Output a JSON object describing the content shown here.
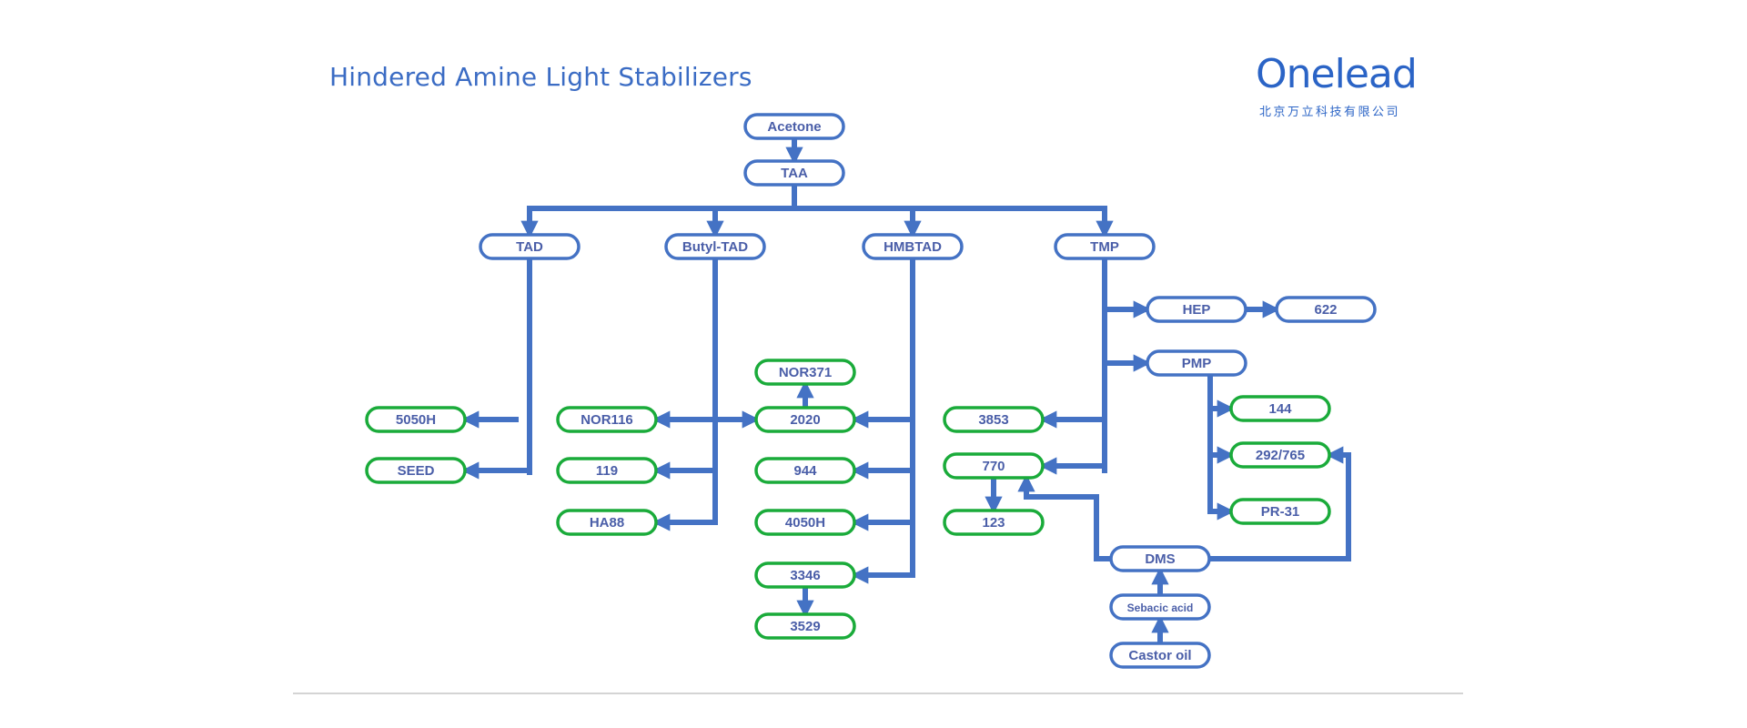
{
  "title": "Hindered Amine Light Stabilizers",
  "logo": {
    "name": "Onelead",
    "subtitle": "北京万立科技有限公司"
  },
  "colors": {
    "title": "#3b6cc4",
    "line": "#4472c4",
    "intermediate_border": "#4472c4",
    "product_border": "#1aab3a",
    "label": "#4a5ea8"
  },
  "nodes": [
    {
      "id": "acetone",
      "label": "Acetone",
      "kind": "intermediate"
    },
    {
      "id": "taa",
      "label": "TAA",
      "kind": "intermediate"
    },
    {
      "id": "tad",
      "label": "TAD",
      "kind": "intermediate"
    },
    {
      "id": "butyl-tad",
      "label": "Butyl-TAD",
      "kind": "intermediate"
    },
    {
      "id": "hmbtad",
      "label": "HMBTAD",
      "kind": "intermediate"
    },
    {
      "id": "tmp",
      "label": "TMP",
      "kind": "intermediate"
    },
    {
      "id": "hep",
      "label": "HEP",
      "kind": "intermediate"
    },
    {
      "id": "622",
      "label": "622",
      "kind": "intermediate"
    },
    {
      "id": "pmp",
      "label": "PMP",
      "kind": "intermediate"
    },
    {
      "id": "nor371",
      "label": "NOR371",
      "kind": "product"
    },
    {
      "id": "5050h",
      "label": "5050H",
      "kind": "product"
    },
    {
      "id": "nor116",
      "label": "NOR116",
      "kind": "product"
    },
    {
      "id": "2020",
      "label": "2020",
      "kind": "product"
    },
    {
      "id": "3853",
      "label": "3853",
      "kind": "product"
    },
    {
      "id": "144",
      "label": "144",
      "kind": "product"
    },
    {
      "id": "seed",
      "label": "SEED",
      "kind": "product"
    },
    {
      "id": "119",
      "label": "119",
      "kind": "product"
    },
    {
      "id": "944",
      "label": "944",
      "kind": "product"
    },
    {
      "id": "770",
      "label": "770",
      "kind": "product"
    },
    {
      "id": "292-765",
      "label": "292/765",
      "kind": "product"
    },
    {
      "id": "ha88",
      "label": "HA88",
      "kind": "product"
    },
    {
      "id": "4050h",
      "label": "4050H",
      "kind": "product"
    },
    {
      "id": "123",
      "label": "123",
      "kind": "product"
    },
    {
      "id": "pr-31",
      "label": "PR-31",
      "kind": "product"
    },
    {
      "id": "3346",
      "label": "3346",
      "kind": "product"
    },
    {
      "id": "3529",
      "label": "3529",
      "kind": "product"
    },
    {
      "id": "dms",
      "label": "DMS",
      "kind": "intermediate"
    },
    {
      "id": "sebacic-acid",
      "label": "Sebacic acid",
      "kind": "intermediate"
    },
    {
      "id": "castor-oil",
      "label": "Castor oil",
      "kind": "intermediate"
    }
  ],
  "edges": [
    {
      "from": "acetone",
      "to": "taa"
    },
    {
      "from": "taa",
      "to": "tad"
    },
    {
      "from": "taa",
      "to": "butyl-tad"
    },
    {
      "from": "taa",
      "to": "hmbtad"
    },
    {
      "from": "taa",
      "to": "tmp"
    },
    {
      "from": "tad",
      "to": "5050h"
    },
    {
      "from": "tad",
      "to": "seed"
    },
    {
      "from": "butyl-tad",
      "to": "nor116"
    },
    {
      "from": "butyl-tad",
      "to": "2020"
    },
    {
      "from": "butyl-tad",
      "to": "119"
    },
    {
      "from": "butyl-tad",
      "to": "ha88"
    },
    {
      "from": "hmbtad",
      "to": "2020"
    },
    {
      "from": "hmbtad",
      "to": "944"
    },
    {
      "from": "hmbtad",
      "to": "4050h"
    },
    {
      "from": "hmbtad",
      "to": "3346"
    },
    {
      "from": "2020",
      "to": "nor371"
    },
    {
      "from": "3346",
      "to": "3529"
    },
    {
      "from": "tmp",
      "to": "hep"
    },
    {
      "from": "hep",
      "to": "622"
    },
    {
      "from": "tmp",
      "to": "pmp"
    },
    {
      "from": "tmp",
      "to": "3853"
    },
    {
      "from": "tmp",
      "to": "770"
    },
    {
      "from": "770",
      "to": "123"
    },
    {
      "from": "pmp",
      "to": "144"
    },
    {
      "from": "pmp",
      "to": "292-765"
    },
    {
      "from": "pmp",
      "to": "pr-31"
    },
    {
      "from": "dms",
      "to": "770"
    },
    {
      "from": "dms",
      "to": "292-765"
    },
    {
      "from": "sebacic-acid",
      "to": "dms"
    },
    {
      "from": "castor-oil",
      "to": "sebacic-acid"
    }
  ]
}
